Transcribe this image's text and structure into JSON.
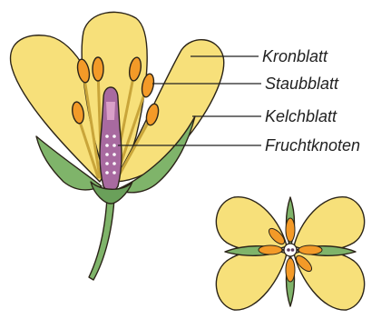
{
  "labels": {
    "petal": "Kronblatt",
    "stamen": "Staubblatt",
    "sepal": "Kelchblatt",
    "ovary": "Fruchtknoten"
  },
  "colors": {
    "petal_fill": "#f7e07a",
    "petal_stroke": "#2b2418",
    "stamen_orange": "#f39a28",
    "filament_yellow": "#e7c84a",
    "sepal_green": "#7fb46a",
    "ovary_pink": "#a86aa0"
  },
  "icons": {
    "side_view": "flower-side-section-illustration",
    "top_view": "flower-top-view-illustration"
  }
}
